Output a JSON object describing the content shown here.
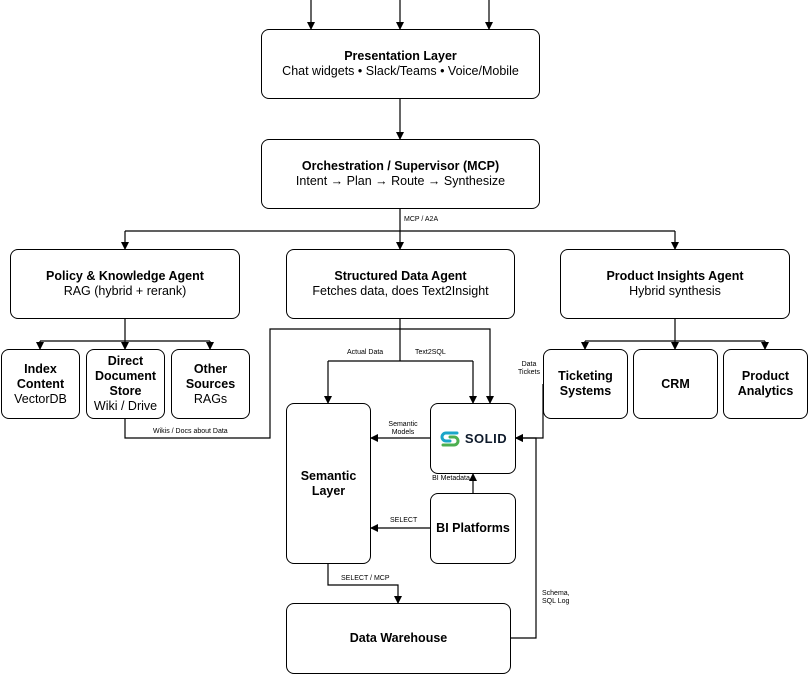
{
  "nodes": {
    "presentation": {
      "title": "Presentation Layer",
      "subtitle": "Chat widgets • Slack/Teams • Voice/Mobile"
    },
    "orchestration": {
      "title": "Orchestration / Supervisor (MCP)",
      "subtitle": "Intent → Plan → Route → Synthesize"
    },
    "policy": {
      "title": "Policy & Knowledge Agent",
      "subtitle": "RAG (hybrid + rerank)"
    },
    "structured": {
      "title": "Structured Data Agent",
      "subtitle": "Fetches data, does Text2Insight"
    },
    "product": {
      "title": "Product Insights Agent",
      "subtitle": "Hybrid synthesis"
    },
    "index": {
      "title": "Index Content",
      "subtitle": "VectorDB"
    },
    "direct": {
      "title": "Direct Document Store",
      "subtitle": "Wiki / Drive"
    },
    "other": {
      "title": "Other Sources",
      "subtitle": "RAGs"
    },
    "ticketing": {
      "title": "Ticketing Systems"
    },
    "crm": {
      "title": "CRM"
    },
    "analytics": {
      "title": "Product Analytics"
    },
    "semantic": {
      "title": "Semantic Layer"
    },
    "solid": {
      "title": "SOLID",
      "logo_colors": [
        "#1aa6c9",
        "#4caf50"
      ]
    },
    "bi": {
      "title": "BI Platforms"
    },
    "warehouse": {
      "title": "Data Warehouse"
    }
  },
  "edge_labels": {
    "mcp_a2a": "MCP / A2A",
    "actual_data": "Actual Data",
    "text2sql": "Text2SQL",
    "data_tickets": "Data Tickets",
    "wikis": "Wikis / Docs about Data",
    "semantic_models": "Semantic Models",
    "bi_metadata": "BI Metadata",
    "select": "SELECT",
    "select_mcp": "SELECT / MCP",
    "schema_sql_log": "Schema, SQL Log"
  }
}
